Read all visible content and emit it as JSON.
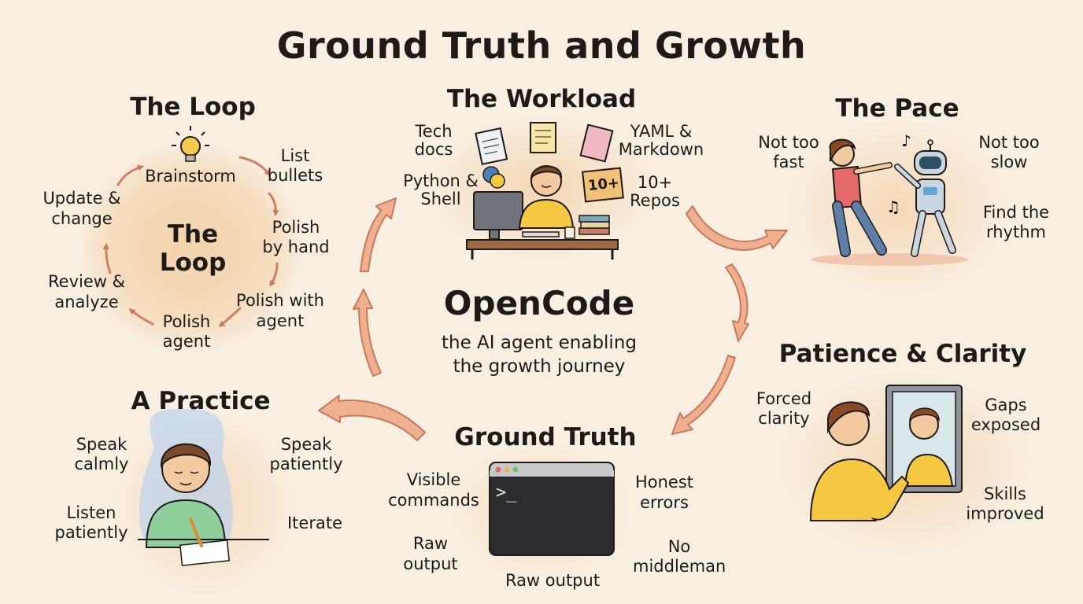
{
  "title": "Ground Truth and Growth",
  "center": {
    "title": "OpenCode",
    "subtitle_line1": "the AI agent enabling",
    "subtitle_line2": "the growth journey"
  },
  "loop": {
    "heading": "The Loop",
    "center_line1": "The",
    "center_line2": "Loop",
    "steps": {
      "brainstorm": "Brainstorm",
      "list_bullets": [
        "List",
        "bullets"
      ],
      "polish_by_hand": [
        "Polish",
        "by hand"
      ],
      "polish_with_agent": [
        "Polish with",
        "agent"
      ],
      "polish_agent": [
        "Polish",
        "agent"
      ],
      "review_analyze": [
        "Review &",
        "analyze"
      ],
      "update_change": [
        "Update &",
        "change"
      ]
    }
  },
  "workload": {
    "heading": "The Workload",
    "items": {
      "tech_docs": [
        "Tech",
        "docs"
      ],
      "yaml_markdown": [
        "YAML &",
        "Markdown"
      ],
      "python_shell": [
        "Python &",
        "Shell"
      ],
      "repos": [
        "10+",
        "Repos"
      ],
      "badge": "10+"
    }
  },
  "pace": {
    "heading": "The Pace",
    "items": {
      "not_too_fast": [
        "Not too",
        "fast"
      ],
      "not_too_slow": [
        "Not too",
        "slow"
      ],
      "find_rhythm": [
        "Find the",
        "rhythm"
      ]
    }
  },
  "patience": {
    "heading": "Patience & Clarity",
    "items": {
      "forced_clarity": [
        "Forced",
        "clarity"
      ],
      "gaps_exposed": [
        "Gaps",
        "exposed"
      ],
      "skills_improved": [
        "Skills",
        "improved"
      ]
    }
  },
  "ground_truth": {
    "heading": "Ground Truth",
    "prompt": ">_",
    "items": {
      "visible_commands": [
        "Visible",
        "commands"
      ],
      "honest_errors": [
        "Honest",
        "errors"
      ],
      "raw_output_left": [
        "Raw",
        "output"
      ],
      "no_middleman": [
        "No",
        "middleman"
      ],
      "raw_output_bottom": "Raw output"
    }
  },
  "practice": {
    "heading": "A Practice",
    "items": {
      "speak_calmly": [
        "Speak",
        "calmly"
      ],
      "speak_patiently": [
        "Speak",
        "patiently"
      ],
      "listen_patiently": [
        "Listen",
        "patiently"
      ],
      "iterate": "Iterate"
    }
  },
  "colors": {
    "background": "#f8efe2",
    "glow": "#f6dcbc",
    "arrow": "#e8a584",
    "arrow_stroke": "#c9785a",
    "ink": "#1d1a17"
  }
}
